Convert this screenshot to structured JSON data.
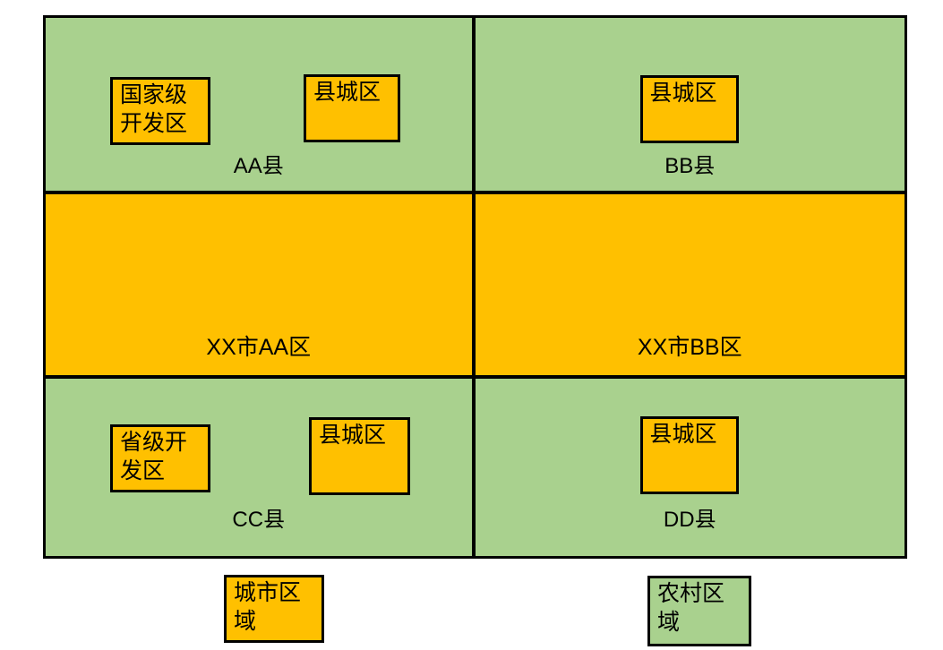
{
  "diagram": {
    "description_colors": {
      "urban_fill": "#FFC000",
      "rural_fill": "#A9D18E",
      "border": "#000000",
      "background": "#FFFFFF"
    },
    "cells": {
      "aa": {
        "label": "AA县",
        "dev_zone": "国家级开发区",
        "county_seat": "县城区"
      },
      "bb": {
        "label": "BB县",
        "county_seat": "县城区"
      },
      "xx_aa": {
        "label": "XX市AA区"
      },
      "xx_bb": {
        "label": "XX市BB区"
      },
      "cc": {
        "label": "CC县",
        "dev_zone": "省级开发区",
        "county_seat": "县城区"
      },
      "dd": {
        "label": "DD县",
        "county_seat": "县城区"
      }
    },
    "legend": {
      "urban_label": "城市区域",
      "rural_label": "农村区域"
    }
  }
}
